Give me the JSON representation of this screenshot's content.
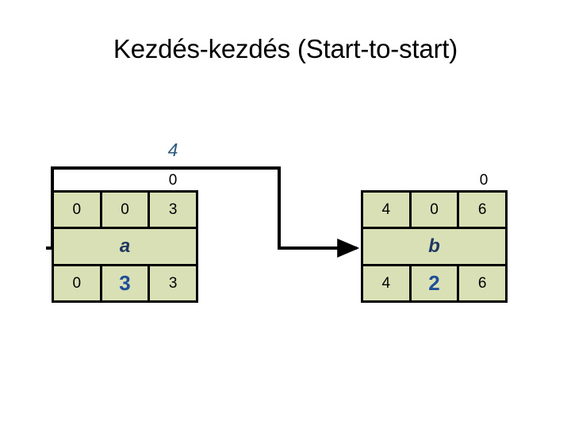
{
  "slide": {
    "title": "Kezdés-kezdés (Start-to-start)",
    "background_color": "#ffffff"
  },
  "palette": {
    "box_fill": "#d9e0b6",
    "box_border": "#000000",
    "name_text": "#1f3864",
    "accent_number": "#1f4e99",
    "lag_label": "#2e5c7e"
  },
  "labels": {
    "duration_top": "4",
    "lag_left": "0",
    "lag_right": "0"
  },
  "boxes": [
    {
      "id": "a",
      "name": "a",
      "top_row": [
        "0",
        "0",
        "3"
      ],
      "bottom_row": [
        "0",
        "3",
        "3"
      ],
      "accent_index": 1
    },
    {
      "id": "b",
      "name": "b",
      "top_row": [
        "4",
        "0",
        "6"
      ],
      "bottom_row": [
        "4",
        "2",
        "6"
      ],
      "accent_index": 1
    }
  ],
  "connector": {
    "type": "start-to-start-arrow",
    "from": "a",
    "to": "b",
    "arrowhead": "right"
  }
}
